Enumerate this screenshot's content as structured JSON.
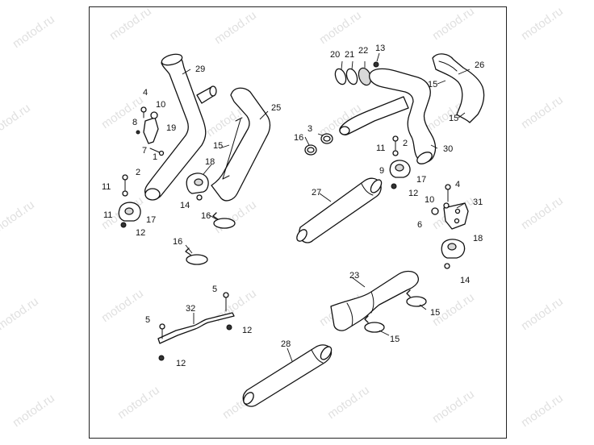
{
  "watermark": "motod.ru",
  "callouts": {
    "c29": "29",
    "c4a": "4",
    "c10a": "10",
    "c8": "8",
    "c19": "19",
    "c7": "7",
    "c1": "1",
    "c25": "25",
    "c15a": "15",
    "c18a": "18",
    "c2a": "2",
    "c11a": "11",
    "c11b": "11",
    "c17a": "17",
    "c12a": "12",
    "c14a": "14",
    "c16a": "16",
    "c16b": "16",
    "c20": "20",
    "c21": "21",
    "c22": "22",
    "c13": "13",
    "c26": "26",
    "c15b": "15",
    "c15c": "15",
    "c3": "3",
    "c16c": "16",
    "c30": "30",
    "c11c": "11",
    "c2b": "2",
    "c9": "9",
    "c17b": "17",
    "c12b": "12",
    "c27": "27",
    "c10b": "10",
    "c4b": "4",
    "c31": "31",
    "c6": "6",
    "c18b": "18",
    "c14b": "14",
    "c23": "23",
    "c15d": "15",
    "c15e": "15",
    "c5a": "5",
    "c32": "32",
    "c5b": "5",
    "c12c": "12",
    "c12d": "12",
    "c28": "28"
  }
}
